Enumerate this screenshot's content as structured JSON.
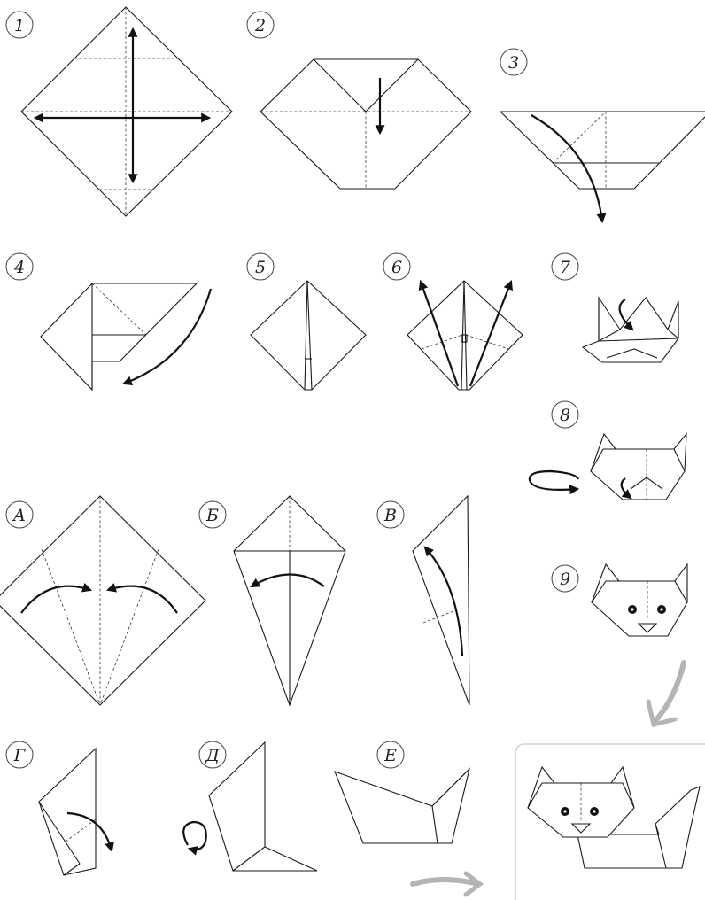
{
  "steps": [
    {
      "label": "1"
    },
    {
      "label": "2"
    },
    {
      "label": "3"
    },
    {
      "label": "4"
    },
    {
      "label": "5"
    },
    {
      "label": "6"
    },
    {
      "label": "7"
    },
    {
      "label": "8"
    },
    {
      "label": "9"
    }
  ],
  "tail_steps": [
    {
      "label": "А"
    },
    {
      "label": "Б"
    },
    {
      "label": "В"
    },
    {
      "label": "Г"
    },
    {
      "label": "Д"
    },
    {
      "label": "Е"
    }
  ],
  "colors": {
    "line": "#1a1a1a",
    "arrow": "#111111",
    "connector_arrow": "#b4b4b4",
    "result_frame": "#c8c8c8"
  }
}
